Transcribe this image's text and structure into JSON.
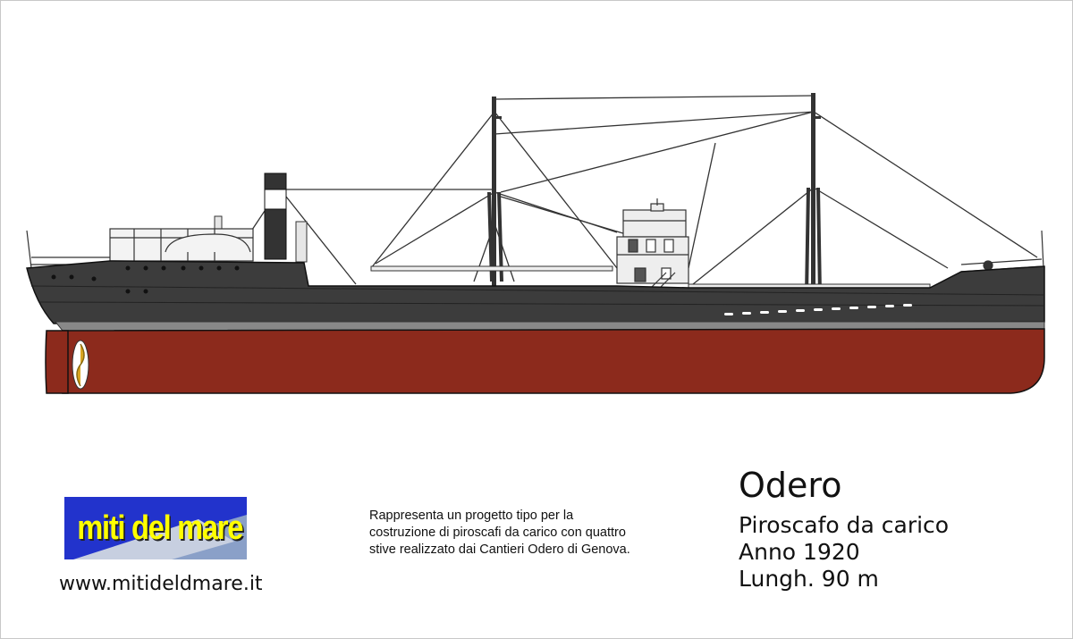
{
  "logo": {
    "text": "miti del mare"
  },
  "website": "www.mitideldmare.it",
  "description": "Rappresenta un progetto tipo per la costruzione di piroscafi da carico con quattro stive realizzato dai Cantieri Odero di Genova.",
  "ship": {
    "name": "Odero",
    "type": "Piroscafo da carico",
    "year": "Anno 1920",
    "length": "Lungh. 90 m"
  },
  "colors": {
    "hull_red": "#8c2a1c",
    "hull_dark": "#3c3c3c",
    "superstructure": "#ededed",
    "logo_blue": "#2233cc",
    "logo_yellow": "#ffff00"
  }
}
